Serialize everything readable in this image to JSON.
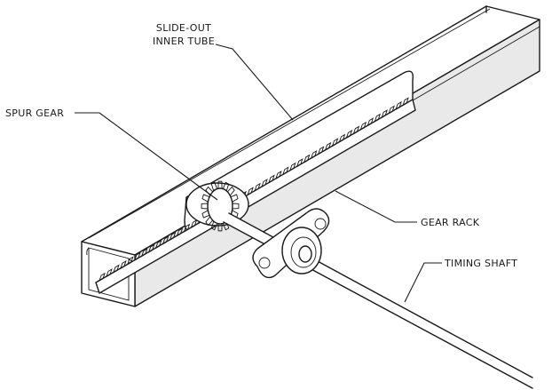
{
  "labels": {
    "inner_tube_line1": "SLIDE-OUT",
    "inner_tube_line2": "INNER TUBE",
    "spur_gear": "SPUR GEAR",
    "gear_rack": "GEAR RACK",
    "timing_shaft": "TIMING SHAFT"
  },
  "colors": {
    "ink": "#1a1a1a",
    "paper": "#ffffff"
  }
}
